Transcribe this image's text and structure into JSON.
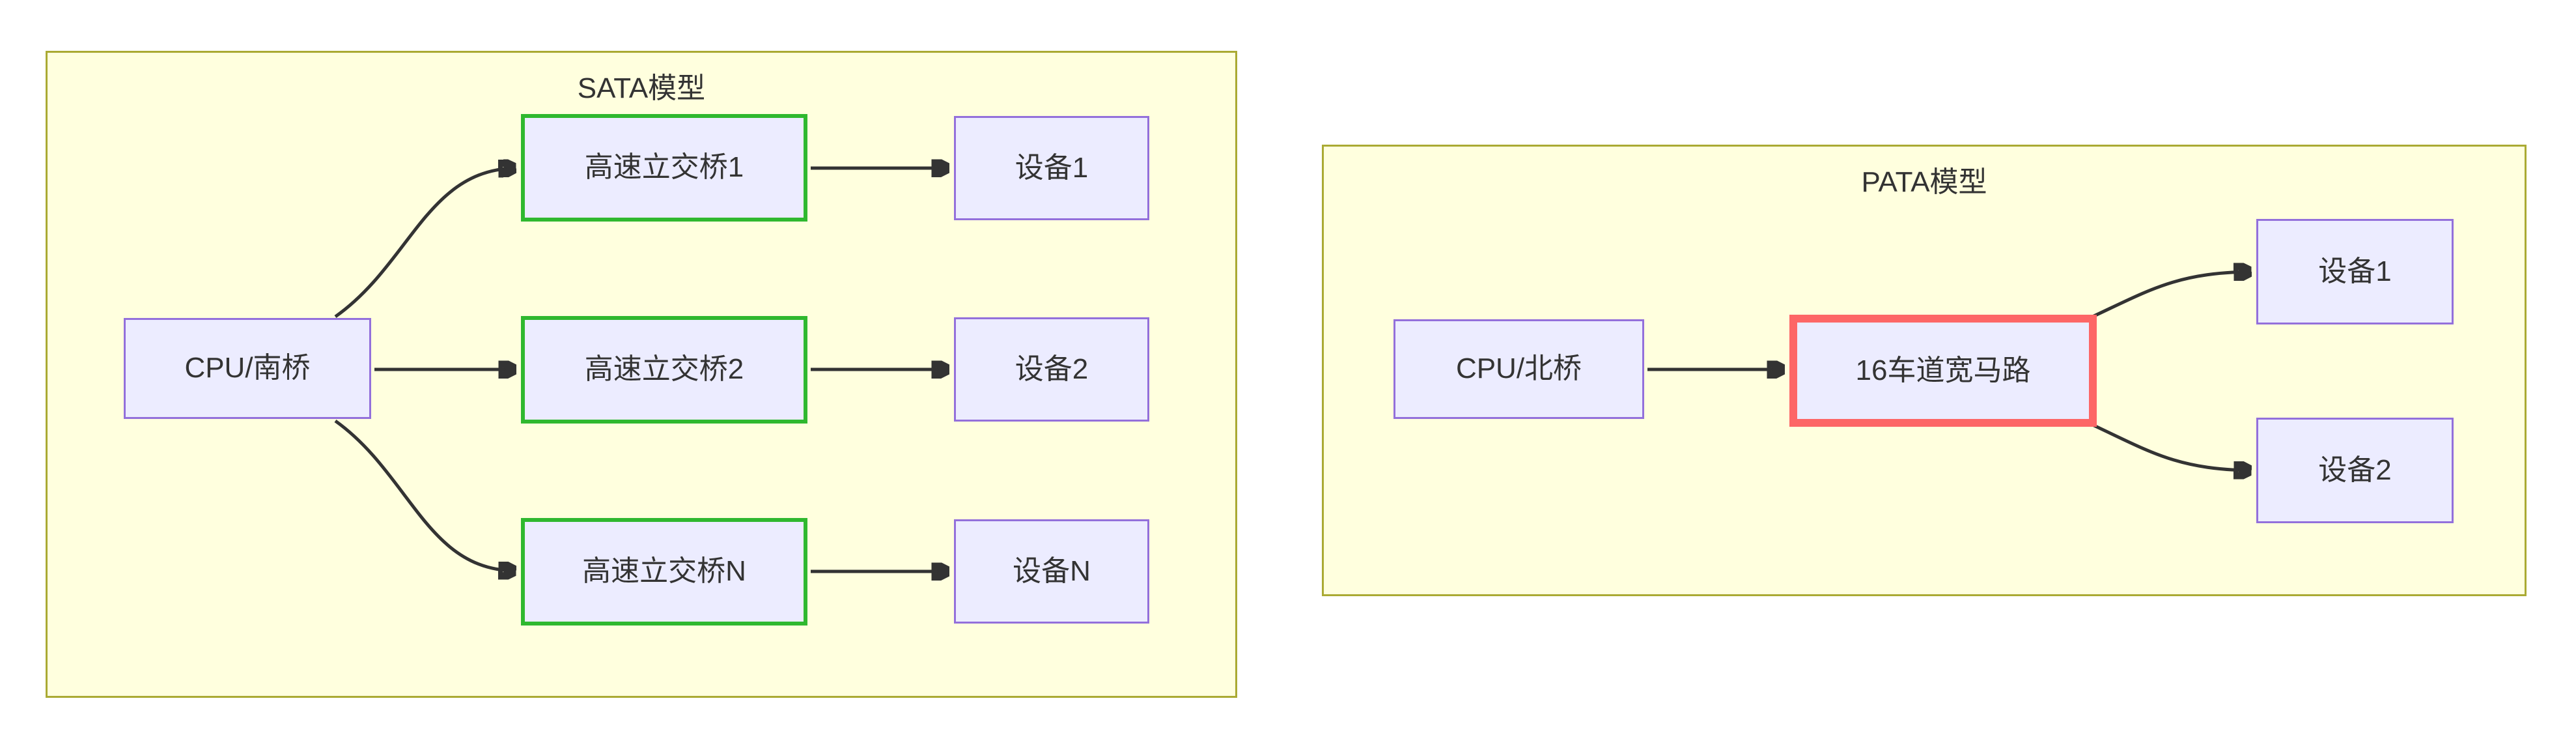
{
  "sata": {
    "title": "SATA模型",
    "nodes": {
      "cpu": {
        "label": "CPU/南桥"
      },
      "bridge1": {
        "label": "高速立交桥1"
      },
      "bridge2": {
        "label": "高速立交桥2"
      },
      "bridgeN": {
        "label": "高速立交桥N"
      },
      "dev1": {
        "label": "设备1"
      },
      "dev2": {
        "label": "设备2"
      },
      "devN": {
        "label": "设备N"
      }
    },
    "edges": [
      {
        "from": "CPU/南桥",
        "to": "高速立交桥1"
      },
      {
        "from": "CPU/南桥",
        "to": "高速立交桥2"
      },
      {
        "from": "CPU/南桥",
        "to": "高速立交桥N"
      },
      {
        "from": "高速立交桥1",
        "to": "设备1"
      },
      {
        "from": "高速立交桥2",
        "to": "设备2"
      },
      {
        "from": "高速立交桥N",
        "to": "设备N"
      }
    ]
  },
  "pata": {
    "title": "PATA模型",
    "nodes": {
      "cpu": {
        "label": "CPU/北桥"
      },
      "road": {
        "label": "16车道宽马路"
      },
      "dev1": {
        "label": "设备1"
      },
      "dev2": {
        "label": "设备2"
      }
    },
    "edges": [
      {
        "from": "CPU/北桥",
        "to": "16车道宽马路"
      },
      {
        "from": "16车道宽马路",
        "to": "设备1"
      },
      {
        "from": "16车道宽马路",
        "to": "设备2"
      }
    ]
  },
  "colors": {
    "container_fill": "#ffffde",
    "container_border": "#aaaa33",
    "node_fill": "#ececff",
    "node_border": "#9370db",
    "highlight_green": "#2fb82f",
    "highlight_red": "#fd6666",
    "arrow": "#333333",
    "text": "#333333"
  }
}
